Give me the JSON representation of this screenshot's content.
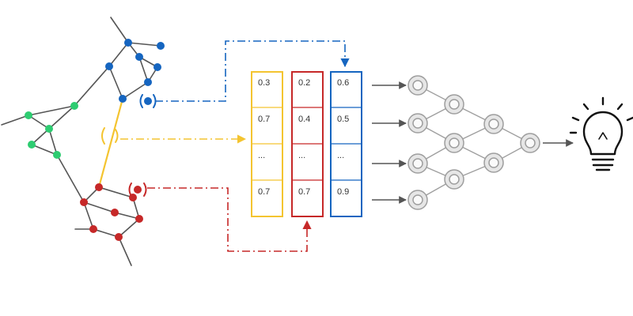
{
  "colors": {
    "blue": "#1565c0",
    "yellow": "#f4c430",
    "red": "#c62828",
    "green": "#2ecc71",
    "gray": "#555555",
    "node_fill": "#e6e6e6",
    "node_stroke": "#9e9e9e",
    "lightbulb": "#111111"
  },
  "vectors": {
    "yellow": {
      "cells": [
        "0.3",
        "0.7",
        "...",
        "0.7"
      ]
    },
    "red": {
      "cells": [
        "0.2",
        "0.4",
        "...",
        "0.7"
      ]
    },
    "blue": {
      "cells": [
        "0.6",
        "0.5",
        "...",
        "0.9"
      ]
    }
  },
  "neural_network": {
    "layers": [
      4,
      3,
      2,
      1
    ]
  },
  "output_icon": "lightbulb-icon"
}
